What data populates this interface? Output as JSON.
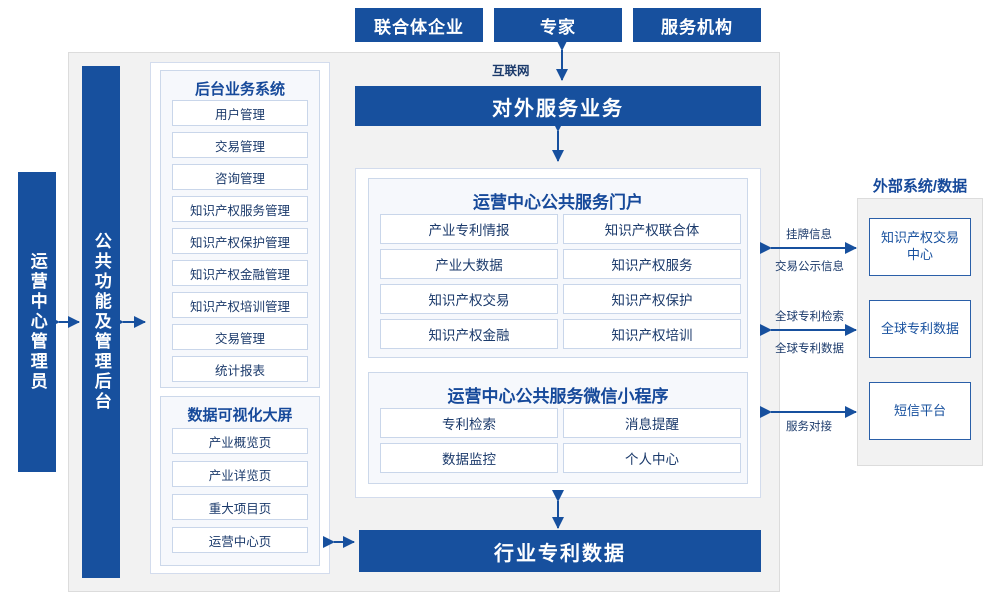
{
  "top_entities": [
    {
      "label": "联合体企业"
    },
    {
      "label": "专家"
    },
    {
      "label": "服务机构"
    }
  ],
  "internet_label": "互联网",
  "external_service_banner": "对外服务业务",
  "industry_patent_banner": "行业专利数据",
  "left_bar": {
    "admin": "运营中心管理员",
    "common_functions": "公共功能及管理后台"
  },
  "backend_system": {
    "title": "后台业务系统",
    "items": [
      "用户管理",
      "交易管理",
      "咨询管理",
      "知识产权服务管理",
      "知识产权保护管理",
      "知识产权金融管理",
      "知识产权培训管理",
      "交易管理",
      "统计报表"
    ]
  },
  "data_visualization": {
    "title": "数据可视化大屏",
    "items": [
      "产业概览页",
      "产业详览页",
      "重大项目页",
      "运营中心页"
    ]
  },
  "portal": {
    "title": "运营中心公共服务门户",
    "items": [
      "产业专利情报",
      "知识产权联合体",
      "产业大数据",
      "知识产权服务",
      "知识产权交易",
      "知识产权保护",
      "知识产权金融",
      "知识产权培训"
    ]
  },
  "miniprogram": {
    "title": "运营中心公共服务微信小程序",
    "items": [
      "专利检索",
      "消息提醒",
      "数据监控",
      "个人中心"
    ]
  },
  "external": {
    "title": "外部系统/数据",
    "items": [
      "知识产权交易中心",
      "全球专利数据",
      "短信平台"
    ],
    "link_labels": [
      "挂牌信息",
      "交易公示信息",
      "全球专利检索",
      "全球专利数据",
      "服务对接"
    ]
  },
  "colors": {
    "brand_blue": "#17509e",
    "panel_grey": "#f2f2f2",
    "cell_border": "#c9d6ea",
    "text_blue": "#1b3a6b"
  }
}
